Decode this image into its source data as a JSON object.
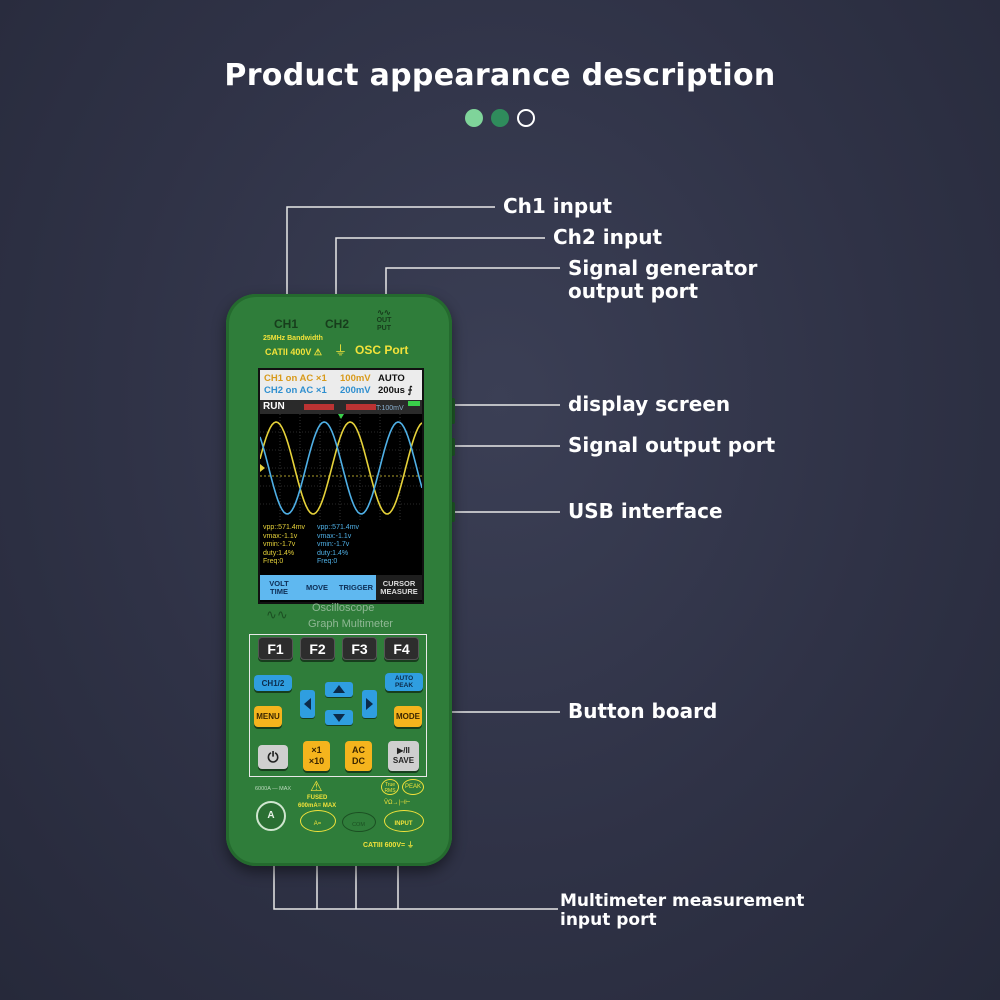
{
  "title": "Product appearance description",
  "dots": [
    {
      "color": "#7fd49a",
      "filled": true
    },
    {
      "color": "#2f8c5c",
      "filled": true
    },
    {
      "color": "#ffffff",
      "filled": false
    }
  ],
  "callouts": {
    "ch1_input": "Ch1 input",
    "ch2_input": "Ch2 input",
    "signal_gen_line1": "Signal generator",
    "signal_gen_line2": "output port",
    "display_screen": "display screen",
    "signal_output_port": "Signal output port",
    "usb_interface": "USB interface",
    "button_board": "Button board",
    "multimeter_line1": "Multimeter measurement",
    "multimeter_line2": "input port"
  },
  "device": {
    "ch1": "CH1",
    "ch2": "CH2",
    "out_label": "OUT PUT",
    "bandwidth": "25MHz Bandwidth",
    "rating": "CATII 400V",
    "osc_port": "OSC Port",
    "brand_line1": "Oscilloscope",
    "brand_line2": "Graph Multimeter",
    "screen": {
      "ch1_status": "CH1 on AC ×1",
      "ch1_scale": "100mV",
      "ch2_status": "CH2 on AC ×1",
      "ch2_scale": "200mV",
      "mode": "AUTO",
      "timebase": "200us",
      "run_state": "RUN",
      "trigger_level": "T:100mV",
      "ch1_meas": [
        "vpp::571.4mv",
        "vmax:-1.1v",
        "vmin:-1.7v",
        "duty:1.4%",
        "Freq:0"
      ],
      "ch2_meas": [
        "vpp::571.4mv",
        "vmax:-1.1v",
        "vmin:-1.7v",
        "duty:1.4%",
        "Freq:0"
      ],
      "softkeys": [
        "VOLT TIME",
        "MOVE",
        "TRIGGER",
        "CURSOR MEASURE"
      ]
    },
    "keys": {
      "f1": "F1",
      "f2": "F2",
      "f3": "F3",
      "f4": "F4",
      "ch12": "CH1/2",
      "auto_peak": "AUTO PEAK",
      "menu": "MENU",
      "mode": "MODE",
      "x1": "×1",
      "x10": "×10",
      "ac": "AC",
      "dc": "DC",
      "play": "▶/II",
      "save": "SAVE"
    },
    "bottom": {
      "current_limit": "6000A — MAX",
      "fused": "FUSED",
      "fused_rating": "600mA= MAX",
      "true_rms": "True RMS",
      "peak": "PEAK",
      "port_a": "A",
      "port_ma": "A=",
      "port_com": "COM",
      "port_input": "INPUT",
      "cat_rating": "CATIII 600V="
    }
  },
  "colors": {
    "background": "#2f3246",
    "device_body": "#2f7d3a",
    "ch1_wave": "#e6d23a",
    "ch2_wave": "#4fb0e6",
    "accent_yellow": "#f5b41d",
    "accent_blue": "#2f9ee0"
  }
}
